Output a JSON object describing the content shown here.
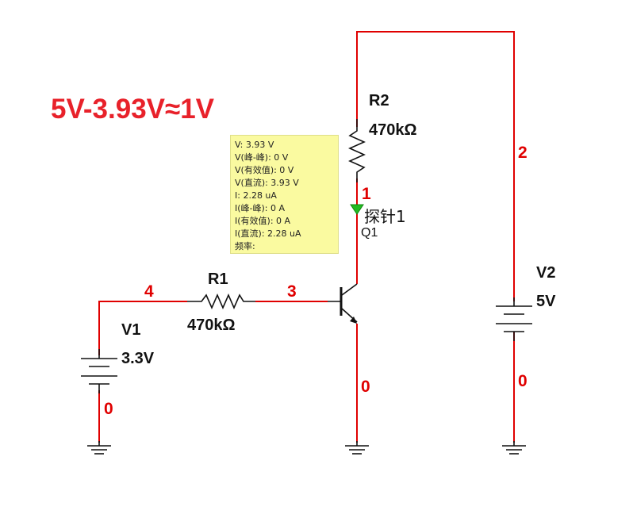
{
  "annotation": "5V-3.93V≈1V",
  "components": {
    "r1": {
      "ref": "R1",
      "value": "470kΩ"
    },
    "r2": {
      "ref": "R2",
      "value": "470kΩ"
    },
    "v1": {
      "ref": "V1",
      "value": "3.3V"
    },
    "v2": {
      "ref": "V2",
      "value": "5V"
    },
    "q1": {
      "ref": "Q1"
    }
  },
  "nets": {
    "n4": "4",
    "n3": "3",
    "n2": "2",
    "n1": "1",
    "gnd_v1": "0",
    "gnd_q1": "0",
    "gnd_v2": "0"
  },
  "probe": {
    "name": "探针1",
    "readings": [
      "V: 3.93 V",
      "V(峰-峰): 0 V",
      "V(有效值): 0 V",
      "V(直流): 3.93 V",
      "I: 2.28 uA",
      "I(峰-峰): 0 A",
      "I(有效值): 0 A",
      "I(直流): 2.28 uA",
      "频率:"
    ]
  },
  "colors": {
    "wire": "#e00000",
    "annotation": "#e8212a",
    "probe_box": "#fafaa0",
    "probe_marker": "#22bb22"
  }
}
